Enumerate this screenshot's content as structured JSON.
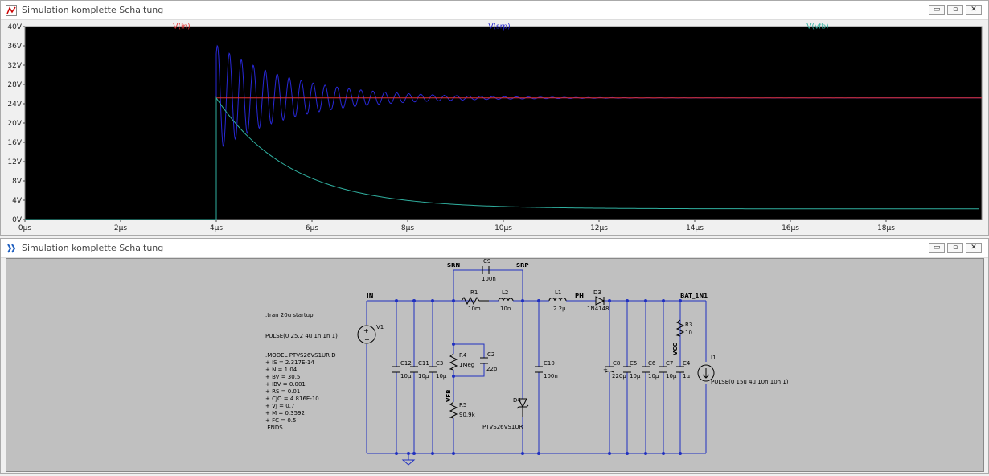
{
  "plot_window": {
    "title": "Simulation komplette Schaltung",
    "controls": {
      "minimize": "▭",
      "restore": "▫",
      "close": "✕"
    }
  },
  "schematic_window": {
    "title": "Simulation komplette Schaltung",
    "controls": {
      "minimize": "▭",
      "restore": "▫",
      "close": "✕"
    }
  },
  "chart_data": {
    "type": "line",
    "x_ticks": [
      "0µs",
      "2µs",
      "4µs",
      "6µs",
      "8µs",
      "10µs",
      "12µs",
      "14µs",
      "16µs",
      "18µs"
    ],
    "y_ticks": [
      "0V",
      "4V",
      "8V",
      "12V",
      "16V",
      "20V",
      "24V",
      "28V",
      "32V",
      "36V",
      "40V"
    ],
    "xlim": [
      0,
      20
    ],
    "ylim": [
      0,
      40
    ],
    "background": "#000000",
    "series": [
      {
        "name": "V(in)",
        "color": "#e03030",
        "description_points": [
          [
            0,
            0
          ],
          [
            4,
            0
          ],
          [
            4,
            25.2
          ],
          [
            20,
            25.2
          ]
        ]
      },
      {
        "name": "V(srp)",
        "color": "#2020d0",
        "envelope": {
          "step_at": 4,
          "final": 25.2,
          "first_peak": 36.5,
          "first_trough": 14.5,
          "period_us": 0.25,
          "decay_tau_us": 1.6
        }
      },
      {
        "name": "V(vfb)",
        "color": "#30b0a0",
        "envelope": {
          "step_at": 4,
          "initial": 25.2,
          "final": 2.2,
          "tau_us": 1.55
        }
      }
    ]
  },
  "schematic": {
    "nets": {
      "in": "IN",
      "srn": "SRN",
      "srp": "SRP",
      "ph": "PH",
      "bat": "BAT_1N1",
      "vfb": "VFB",
      "vcc": "VCC"
    },
    "spice": [
      ".tran 20u startup",
      "PULSE(0 25.2 4u 1n 1n 1)",
      ".MODEL PTVS26VS1UR D",
      "+ IS = 2.317E-14",
      "+ N = 1.04",
      "+ BV = 30.5",
      "+ IBV = 0.001",
      "+ RS = 0.01",
      "+ CJO = 4.816E-10",
      "+ VJ = 0.7",
      "+ M = 0.3592",
      "+ FC = 0.5",
      ".ENDS"
    ],
    "components": {
      "v1": "V1",
      "c12": {
        "name": "C12",
        "value": "10µ"
      },
      "c11": {
        "name": "C11",
        "value": "10µ"
      },
      "c3": {
        "name": "C3",
        "value": "10µ"
      },
      "r1": {
        "name": "R1",
        "value": "10m"
      },
      "l2": {
        "name": "L2",
        "value": "10n"
      },
      "c9": {
        "name": "C9",
        "value": "100n"
      },
      "r4": {
        "name": "R4",
        "value": "1Meg"
      },
      "c2": {
        "name": "C2",
        "value": "22p"
      },
      "r5": {
        "name": "R5",
        "value": "90.9k"
      },
      "c10": {
        "name": "C10",
        "value": "100n"
      },
      "d4": {
        "name": "D4",
        "value": "PTVS26VS1UR"
      },
      "l1": {
        "name": "L1",
        "value": "2.2µ"
      },
      "d3": {
        "name": "D3",
        "value": "1N4148"
      },
      "c8": {
        "name": "C8",
        "value": "220µ"
      },
      "c5": {
        "name": "C5",
        "value": "10µ"
      },
      "c6": {
        "name": "C6",
        "value": "10µ"
      },
      "c7": {
        "name": "C7",
        "value": "10µ"
      },
      "c4": {
        "name": "C4",
        "value": "1µ"
      },
      "r3": {
        "name": "R3",
        "value": "10"
      },
      "i1": {
        "name": "I1",
        "value": "PULSE(0 15u 4u 10n 10n 1)"
      },
      "c8_plus": "+"
    }
  }
}
